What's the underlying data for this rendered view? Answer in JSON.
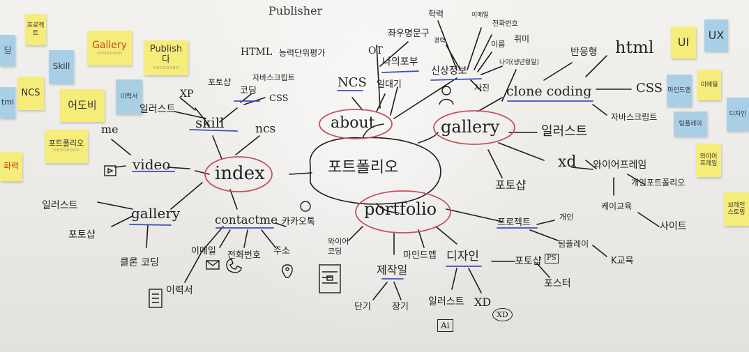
{
  "stickies_left": [
    {
      "text": "딩",
      "color": "blue"
    },
    {
      "text": "프로젝트",
      "color": "yellow"
    },
    {
      "text": "Gallery",
      "color": "yellow",
      "sub": "ㅁㅁㅁㅁㅁㅁㅁㅁ"
    },
    {
      "text": "Publish\n다",
      "color": "yellow",
      "sub": "ㅁㅁㅁㅁㅁㅁㅁㅁ"
    },
    {
      "text": "Skill",
      "color": "blue"
    },
    {
      "text": "NCS",
      "color": "yellow"
    },
    {
      "text": "tml",
      "color": "blue"
    },
    {
      "text": "이력서",
      "color": "blue"
    },
    {
      "text": "어도비",
      "color": "yellow"
    },
    {
      "text": "포트폴리오",
      "color": "yellow",
      "sub": "ㅁㅁㅁㅁㅁㅁㅁㅁ"
    },
    {
      "text": "화력",
      "color": "yellow"
    }
  ],
  "stickies_right": [
    {
      "text": "UI",
      "color": "yellow"
    },
    {
      "text": "UX",
      "color": "blue"
    },
    {
      "text": "마인드맵",
      "color": "blue"
    },
    {
      "text": "이메일",
      "color": "yellow"
    },
    {
      "text": "디자인",
      "color": "blue"
    },
    {
      "text": "팀플레이",
      "color": "blue"
    },
    {
      "text": "와이어\n프레임",
      "color": "yellow"
    },
    {
      "text": "브레인\n스토밍",
      "color": "yellow"
    }
  ],
  "center": {
    "title": "포트폴리오"
  },
  "top_label": "Publisher",
  "hubs": {
    "index": "index",
    "about": "about",
    "gallery": "gallery",
    "portfolio": "portfolio"
  },
  "branches": {
    "skill": "skill",
    "video": "video",
    "gallery_left": "gallery",
    "contactme": "contactme",
    "ncs_left": "ncs",
    "me": "me",
    "xp": "XP",
    "illustrator": "일러스트",
    "photoshop": "포토샵",
    "coding": "코딩",
    "html": "HTML",
    "javascript": "자바스크립트",
    "css": "CSS",
    "illustrator_left": "일러스트",
    "photoshop_left": "포토샵",
    "clone_coding_left": "클론 코딩",
    "resume": "이력서",
    "email": "이메일",
    "phone": "전화번호",
    "address": "주소",
    "kakaotalk": "카카오톡",
    "ncs_about": "NCS",
    "competency": "능력단위평가",
    "ot": "OT",
    "my_motto": "좌우명문구",
    "my_pro": "나의포부",
    "diary": "일대기",
    "personal_info": "신상정보",
    "education": "학력",
    "career": "경력",
    "email_small": "이메일",
    "phone_small": "전화번호",
    "name": "이름",
    "hobby": "취미",
    "age": "나이(생년월일)",
    "photo": "사진",
    "clone_coding": "clone coding",
    "responsive": "반응형",
    "html_right": "html",
    "css_right": "CSS",
    "javascript_right": "자바스크립트",
    "illustrator_right": "일러스트",
    "xd_right": "xd",
    "wireframe": "와이어프레임",
    "personal_portfolio": "개인포트폴리오",
    "photoshop_right": "포토샵",
    "kakao_course": "케이교육",
    "site": "사이트",
    "wireframe_coding": "와이어\n코딩",
    "production": "제작일",
    "mindmap": "마인드맵",
    "design": "디자인",
    "short_term": "단기",
    "long_term": "장기",
    "illustrator_bottom": "일러스트",
    "xd_bottom": "XD",
    "project": "프로젝트",
    "personal": "개인",
    "teamplay": "팀플레이",
    "k_course": "K교육",
    "photoshop_bottom": "포토샵",
    "poster": "포스터",
    "ps_badge": "PS",
    "ai_badge": "Ai",
    "xd_badge": "XD"
  },
  "colors": {
    "marker": "#1c1c1c",
    "ellipse": "#c2525e",
    "underline": "#3b4fb8",
    "yellow_note": "#f6ec79",
    "blue_note": "#a9cfe6"
  }
}
